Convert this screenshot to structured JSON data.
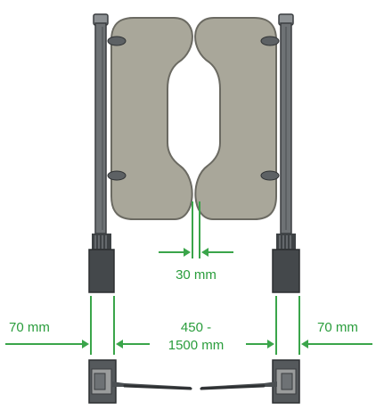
{
  "colors": {
    "dimension": "#3aa54a",
    "panel_fill": "#a9a79a",
    "panel_stroke": "#6b6a62",
    "post_fill": "#6e7275",
    "post_dark": "#3a3d40",
    "hardware_fill": "#9a9c9c"
  },
  "dimensions": {
    "gap": "30 mm",
    "left_clearance": "70 mm",
    "right_clearance": "70 mm",
    "passage_width_line1": "450 -",
    "passage_width_line2": "1500 mm"
  }
}
